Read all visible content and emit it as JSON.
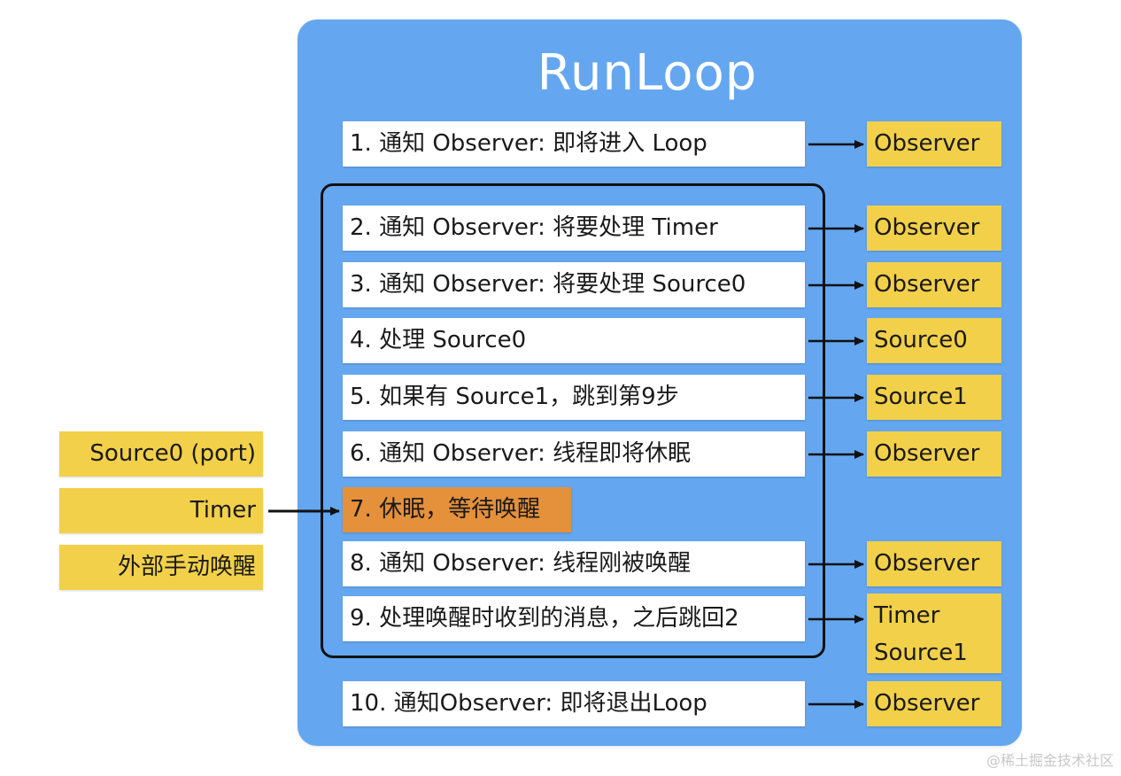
{
  "title": "RunLoop",
  "steps": [
    {
      "label": "1. 通知 Observer: 即将进入 Loop",
      "output": [
        "Observer"
      ]
    },
    {
      "label": "2. 通知 Observer: 将要处理 Timer",
      "output": [
        "Observer"
      ]
    },
    {
      "label": "3. 通知 Observer: 将要处理 Source0",
      "output": [
        "Observer"
      ]
    },
    {
      "label": "4. 处理 Source0",
      "output": [
        "Source0"
      ]
    },
    {
      "label": "5. 如果有 Source1，跳到第9步",
      "output": [
        "Source1"
      ]
    },
    {
      "label": "6. 通知 Observer: 线程即将休眠",
      "output": [
        "Observer"
      ]
    },
    {
      "label": "7. 休眠，等待唤醒",
      "output": []
    },
    {
      "label": "8. 通知 Observer: 线程刚被唤醒",
      "output": [
        "Observer"
      ]
    },
    {
      "label": "9. 处理唤醒时收到的消息，之后跳回2",
      "output": [
        "Timer",
        "Source1"
      ]
    },
    {
      "label": "10. 通知Observer: 即将退出Loop",
      "output": [
        "Observer"
      ]
    }
  ],
  "wake_sources": [
    "Source0 (port)",
    "Timer",
    "外部手动唤醒"
  ],
  "watermark": "@稀土掘金技术社区",
  "colors": {
    "panel": "#64a7f0",
    "step_box": "#ffffff",
    "sleep_step": "#e5903a",
    "output_box": "#f2d04a",
    "loop_border": "#111111"
  }
}
